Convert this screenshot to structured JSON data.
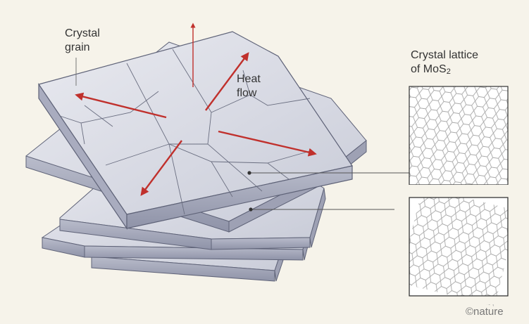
{
  "labels": {
    "crystal_grain_line1": "Crystal",
    "crystal_grain_line2": "grain",
    "heat_line1": "Heat",
    "heat_line2": "flow",
    "lattice_line1": "Crystal lattice",
    "lattice_line2_prefix": "of MoS",
    "lattice_line2_sub": "2"
  },
  "credit": "©nature",
  "colors": {
    "background": "#f6f3ea",
    "sheet_top": "#dcdde6",
    "sheet_side": "#a9abbd",
    "sheet_edge": "#5f6378",
    "grain_line": "#6a6e80",
    "arrow": "#c0302c",
    "lattice_bg": "#ffffff",
    "lattice_line": "#a8a8a8"
  }
}
